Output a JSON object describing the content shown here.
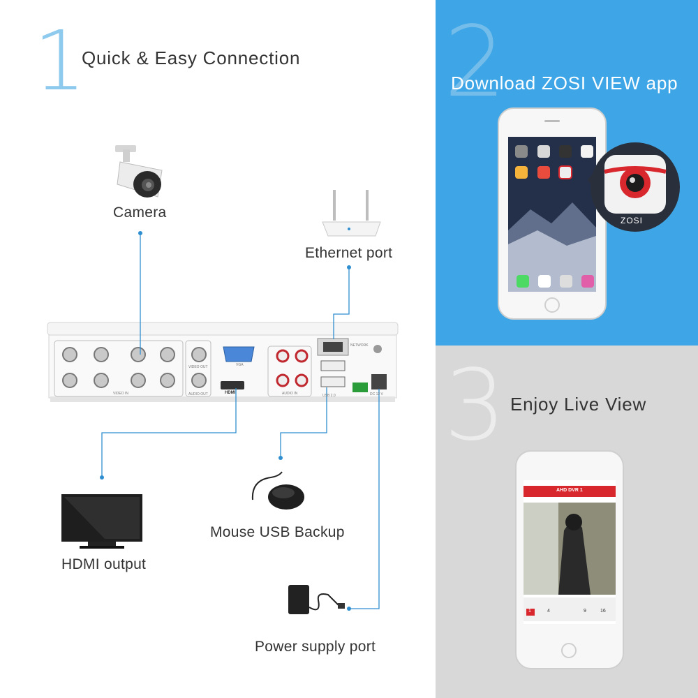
{
  "step1": {
    "number": "1",
    "title": "Quick & Easy Connection"
  },
  "step2": {
    "number": "2",
    "title": "Download ZOSI VIEW app",
    "app_badge": "ZOSI"
  },
  "step3": {
    "number": "3",
    "title": "Enjoy Live View",
    "live_title": "AHD DVR 1"
  },
  "labels": {
    "camera": "Camera",
    "ethernet": "Ethernet port",
    "hdmi": "HDMI output",
    "mouse": "Mouse USB Backup",
    "power": "Power supply port"
  },
  "dvr": {
    "video_in": "VIDEO IN",
    "video_out": "VIDEO OUT",
    "audio_out": "AUDIO OUT",
    "vga": "VGA",
    "hdmi": "HDMI",
    "audio_in": "AUDIO IN",
    "network": "NETWORK",
    "usb": "USB 2.0",
    "dc": "DC 12 V"
  },
  "live_view": {
    "channel_buttons": [
      "1",
      "4",
      "9",
      "16"
    ]
  },
  "colors": {
    "blue_panel": "#3ea6e6",
    "gray_panel": "#d8d8d8",
    "connector_line": "#2f8ed0",
    "app_red": "#d9272e"
  }
}
